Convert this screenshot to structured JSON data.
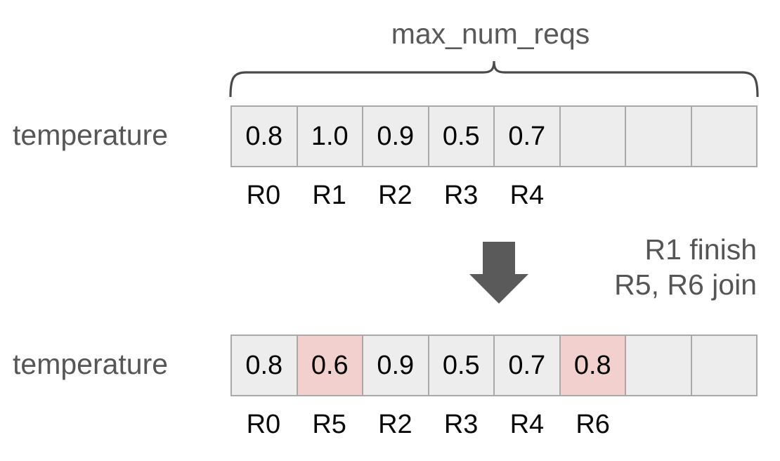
{
  "diagram": {
    "caption": "max_num_reqs",
    "row_label": "temperature",
    "highlight_color": "#f2d0cd",
    "cell_color": "#ededed",
    "border_color": "#a9a9a9",
    "text_color": "#595959"
  },
  "before": {
    "label": "temperature",
    "capacity": 8,
    "cells": [
      {
        "value": "0.8",
        "highlighted": false
      },
      {
        "value": "1.0",
        "highlighted": false
      },
      {
        "value": "0.9",
        "highlighted": false
      },
      {
        "value": "0.5",
        "highlighted": false
      },
      {
        "value": "0.7",
        "highlighted": false
      },
      {
        "value": "",
        "highlighted": false
      },
      {
        "value": "",
        "highlighted": false
      },
      {
        "value": "",
        "highlighted": false
      }
    ],
    "request_ids": [
      "R0",
      "R1",
      "R2",
      "R3",
      "R4",
      "",
      "",
      ""
    ]
  },
  "transition": {
    "arrow": "down-arrow-icon",
    "notes": [
      "R1 finish",
      "R5, R6 join"
    ]
  },
  "after": {
    "label": "temperature",
    "capacity": 8,
    "cells": [
      {
        "value": "0.8",
        "highlighted": false
      },
      {
        "value": "0.6",
        "highlighted": true
      },
      {
        "value": "0.9",
        "highlighted": false
      },
      {
        "value": "0.5",
        "highlighted": false
      },
      {
        "value": "0.7",
        "highlighted": false
      },
      {
        "value": "0.8",
        "highlighted": true
      },
      {
        "value": "",
        "highlighted": false
      },
      {
        "value": "",
        "highlighted": false
      }
    ],
    "request_ids": [
      "R0",
      "R5",
      "R2",
      "R3",
      "R4",
      "R6",
      "",
      ""
    ]
  }
}
